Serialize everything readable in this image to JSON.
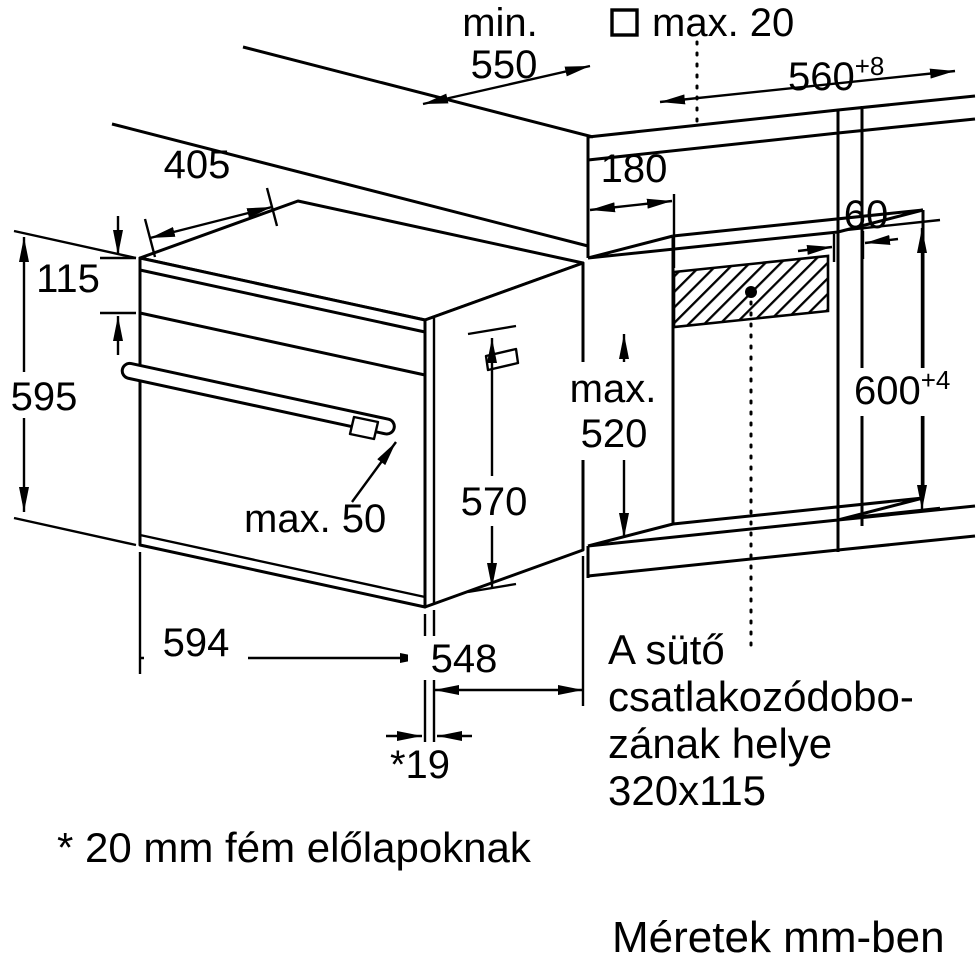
{
  "diagram": {
    "colors": {
      "line": "#000000",
      "background": "#ffffff"
    },
    "top": {
      "min_label": "min.",
      "min_value": "550",
      "square_note": "max. 20",
      "width_value": "560",
      "width_tolerance": "+8"
    },
    "oven": {
      "top_depth": "405",
      "panel_height": "115",
      "height": "595",
      "door_height": "570",
      "handle_clearance": "max. 50",
      "width": "594",
      "depth": "548",
      "front_overhang": "*19"
    },
    "niche": {
      "box_offset_left": "180",
      "box_offset_right": "60",
      "clearance_word": "max.",
      "clearance_value": "520",
      "height_value": "600",
      "height_tolerance": "+4"
    },
    "connection_box_note": {
      "line1": "A sütő",
      "line2": "csatlakozódobo-",
      "line3": "zának helye",
      "line4": "320x115"
    },
    "footnote": "* 20 mm fém előlapoknak",
    "units_note": "Méretek mm-ben"
  }
}
